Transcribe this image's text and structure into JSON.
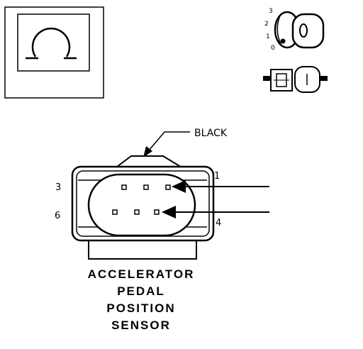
{
  "connector_color_label": "BLACK",
  "pin_labels": {
    "pin1": "1",
    "pin3": "3",
    "pin4": "4",
    "pin6": "6"
  },
  "ignition_positions": [
    "3",
    "2",
    "1",
    "0"
  ],
  "title_lines": [
    "ACCELERATOR",
    "PEDAL",
    "POSITION",
    "SENSOR"
  ],
  "icons": {
    "symbol_box": "omega-icon",
    "key_switch": "ignition-key-icon",
    "connector": "connector-plug-icon"
  },
  "colors": {
    "line": "#000000",
    "background": "#ffffff"
  }
}
